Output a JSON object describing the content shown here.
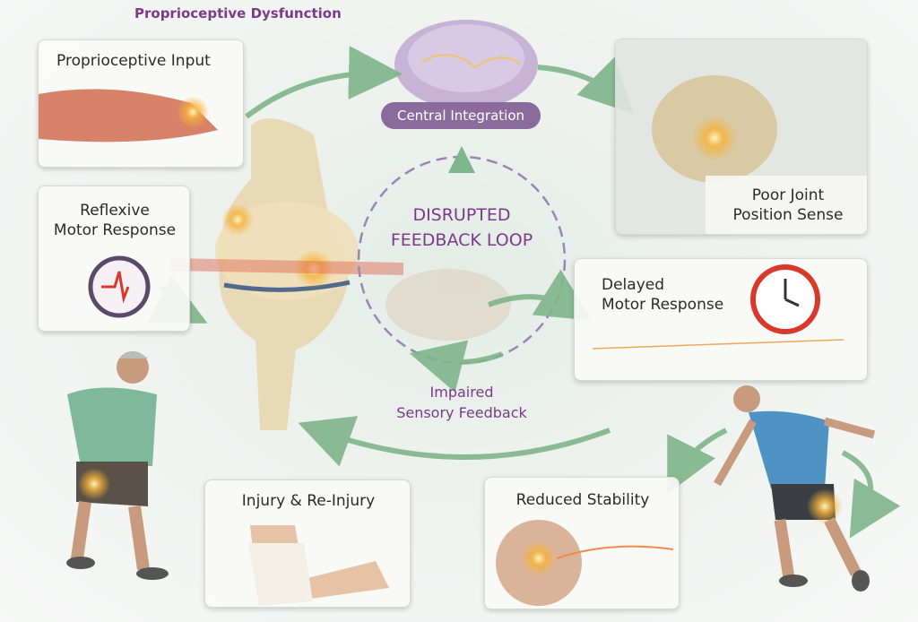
{
  "title": "Proprioceptive Dysfunction",
  "center": {
    "title_line1": "DISRUPTED",
    "title_line2": "FEEDBACK LOOP",
    "impaired_line1": "Impaired",
    "impaired_line2": "Sensory Feedback"
  },
  "brain": {
    "label": "Central Integration"
  },
  "panels": {
    "proprioceptive_input": "Proprioceptive Input",
    "reflexive_line1": "Reflexive",
    "reflexive_line2": "Motor Response",
    "poor_joint_line1": "Poor Joint",
    "poor_joint_line2": "Position Sense",
    "delayed_line1": "Delayed",
    "delayed_line2": "Motor Response",
    "injury": "Injury & Re-Injury",
    "reduced_stability": "Reduced Stability"
  },
  "colors": {
    "title": "#7b3a8a",
    "pill": "#8b6a9c",
    "arrow": "#7fb58a",
    "dashed": "#9b85b5",
    "clock": "#d8392b"
  }
}
